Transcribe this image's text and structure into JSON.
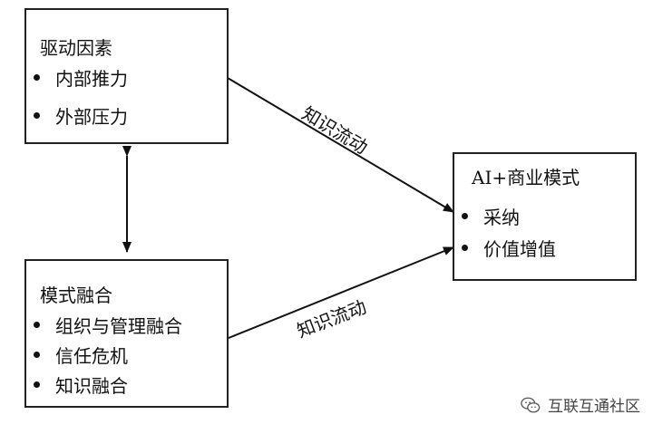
{
  "drivers": {
    "title": "驱动因素",
    "items": [
      "内部推力",
      "外部压力"
    ]
  },
  "fusion": {
    "title": "模式融合",
    "items": [
      "组织与管理融合",
      "信任危机",
      "知识融合"
    ]
  },
  "target": {
    "title": "AI+商业模式",
    "items": [
      "采纳",
      "价值增值"
    ]
  },
  "edges": {
    "top_label": "知识流动",
    "bottom_label": "知识流动"
  },
  "watermark": {
    "text": "互联互通社区",
    "icon": "wechat-icon"
  }
}
